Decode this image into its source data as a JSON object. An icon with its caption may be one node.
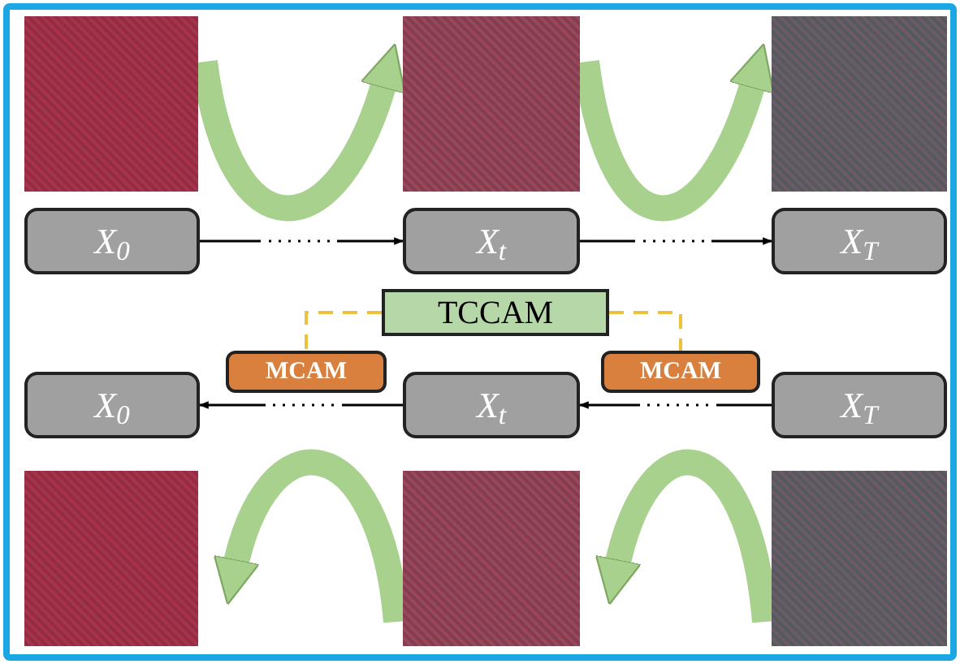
{
  "diagram": {
    "nodes": [
      {
        "text": [],
        "shape": "picture"
      },
      {
        "text": [],
        "shape": "picture"
      },
      {
        "text": [],
        "shape": "picture"
      },
      {
        "text": [
          "X$_{0}$"
        ]
      },
      {
        "text": [
          "X$_{t}$"
        ]
      },
      {
        "text": [
          "X$_{T}$"
        ]
      },
      {
        "text": [
          "TCCAM"
        ]
      },
      {
        "text": [
          "MCAM"
        ]
      },
      {
        "text": [
          "MCAM"
        ]
      },
      {
        "text": [
          "X$_{0}$"
        ]
      },
      {
        "text": [
          "X$_{t}$"
        ]
      },
      {
        "text": [
          "X$_{T}$"
        ]
      },
      {
        "text": [],
        "shape": "picture"
      },
      {
        "text": [],
        "shape": "picture"
      },
      {
        "text": [],
        "shape": "picture"
      }
    ],
    "edges": [
      {
        "from": 0,
        "to": 1,
        "arrow": "to",
        "style": "thick",
        "color": "#a9d18e"
      },
      {
        "from": 1,
        "to": 2,
        "arrow": "to",
        "style": "thick",
        "color": "#a9d18e"
      },
      {
        "from": 3,
        "to": 4,
        "arrow": "to",
        "style": "dashed",
        "color": "#000000"
      },
      {
        "from": 4,
        "to": 5,
        "arrow": "to",
        "style": "dashed",
        "color": "#000000"
      },
      {
        "from": 6,
        "to": 7,
        "arrow": "none",
        "style": "dashed",
        "color": "#eec040"
      },
      {
        "from": 6,
        "to": 8,
        "arrow": "none",
        "style": "dashed",
        "color": "#eec040"
      },
      {
        "from": 10,
        "to": 9,
        "arrow": "to",
        "style": "dashed",
        "color": "#000000"
      },
      {
        "from": 11,
        "to": 10,
        "arrow": "to",
        "style": "dashed",
        "color": "#000000"
      },
      {
        "from": 14,
        "to": 13,
        "arrow": "to",
        "style": "thick",
        "color": "#a9d18e"
      },
      {
        "from": 13,
        "to": 12,
        "arrow": "to",
        "style": "thick",
        "color": "#a9d18e"
      }
    ]
  }
}
